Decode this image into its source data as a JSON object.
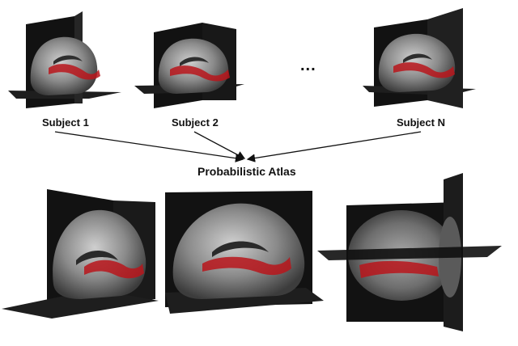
{
  "subjects": [
    {
      "label": "Subject 1"
    },
    {
      "label": "Subject 2"
    },
    {
      "label": "Subject N"
    }
  ],
  "ellipsis": "...",
  "atlas": {
    "label": "Probabilistic Atlas"
  },
  "colors": {
    "panel": "#121212",
    "tissue_light": "#cfcfcf",
    "tissue_dark": "#4a4a4a",
    "tract": "#b8151b",
    "arrow": "#111111"
  }
}
